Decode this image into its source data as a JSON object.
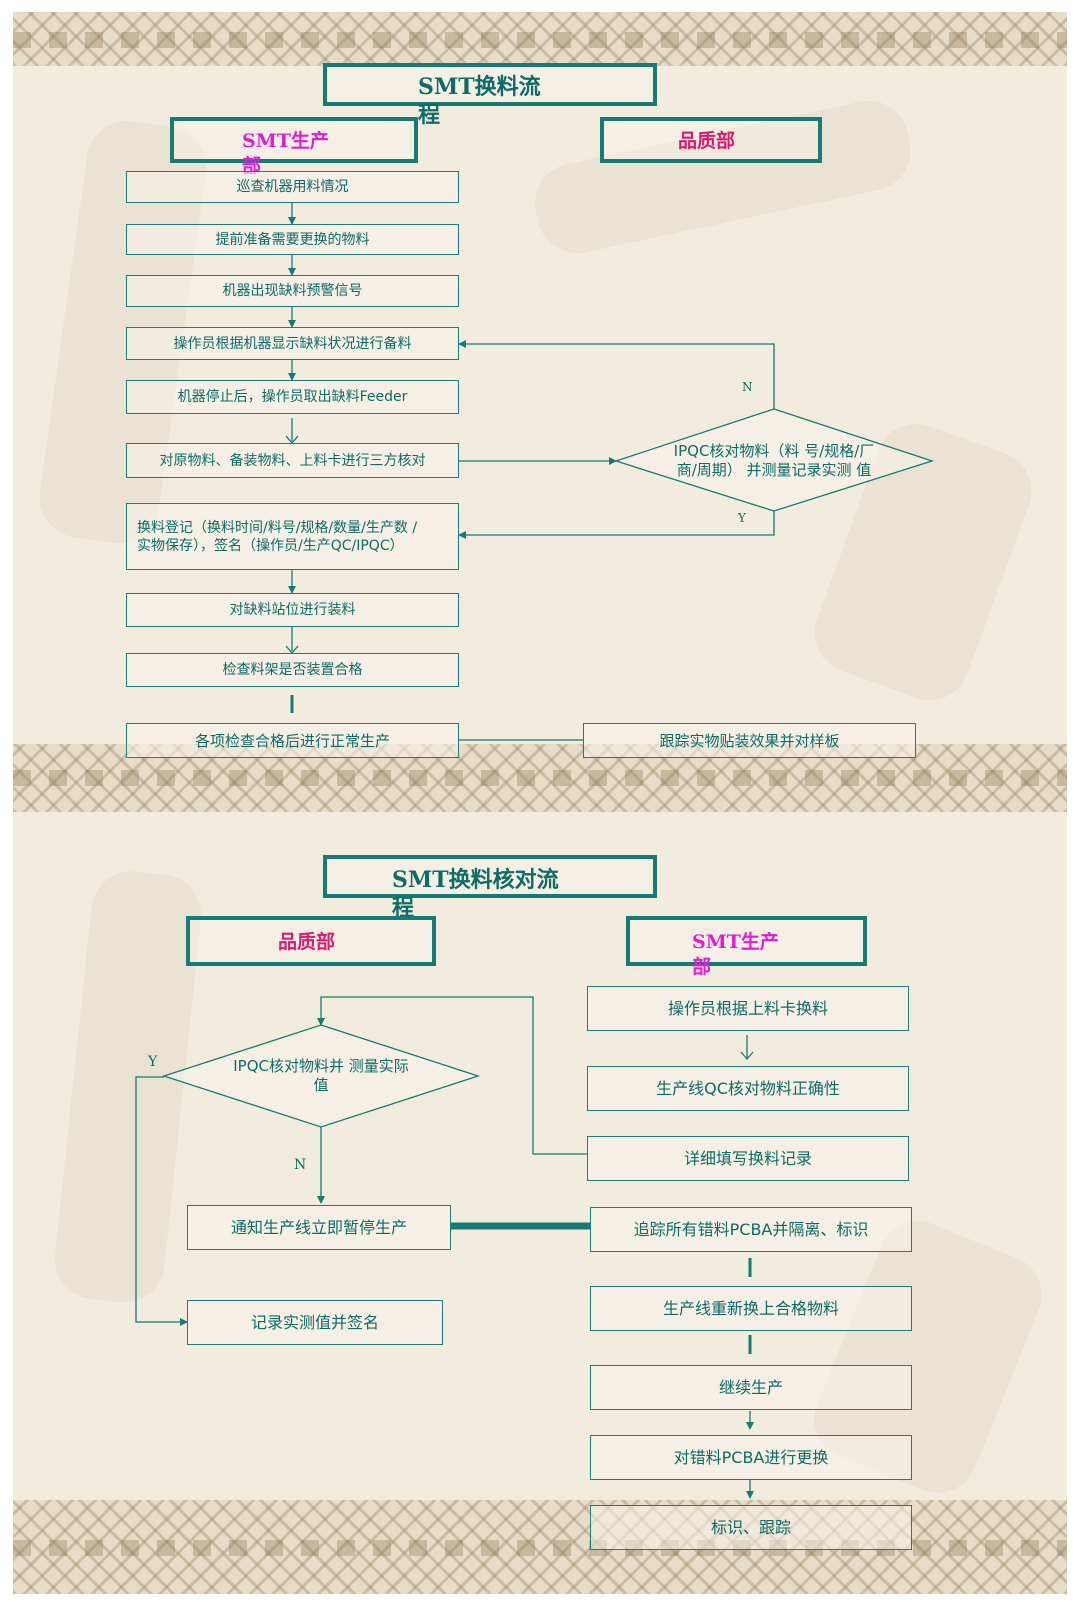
{
  "flow1": {
    "title": "SMT换料流\n程",
    "dept_left": "SMT生产\n部",
    "dept_right": "品质部",
    "steps": [
      "巡查机器用料情况",
      "提前准备需要更换的物料",
      "机器出现缺料预警信号",
      "操作员根据机器显示缺料状况进行备料",
      "机器停止后，操作员取出缺料Feeder",
      "对原物料、备装物料、上料卡进行三方核对",
      "换料登记（换料时间/料号/规格/数量/生产数 /\n实物保存），签名（操作员/生产QC/IPQC）",
      "对缺料站位进行装料",
      "检查料架是否装置合格",
      "各项检查合格后进行正常生产"
    ],
    "decision": "IPQC核对物料（料\n号/规格/厂商/周期）\n并测量记录实测\n值",
    "label_no": "N",
    "label_yes": "Y",
    "side_step": "跟踪实物贴装效果并对样板"
  },
  "flow2": {
    "title": "SMT换料核对流\n程",
    "dept_left": "品质部",
    "dept_right": "SMT生产\n部",
    "right_steps": [
      "操作员根据上料卡换料",
      "生产线QC核对物料正确性",
      "详细填写换料记录",
      "追踪所有错料PCBA并隔离、标识",
      "生产线重新换上合格物料",
      "继续生产",
      "对错料PCBA进行更换",
      "标识、跟踪"
    ],
    "decision": "IPQC核对物料并\n测量实际值",
    "label_yes": "Y",
    "label_no": "N",
    "left_steps": [
      "通知生产线立即暂停生产",
      "记录实测值并签名"
    ]
  },
  "colors": {
    "teal": "#177a74",
    "text": "#0e6b66",
    "dept_magenta": "#e01cd6",
    "dept_red": "#d81b6e",
    "background": "#f2ecdf"
  }
}
